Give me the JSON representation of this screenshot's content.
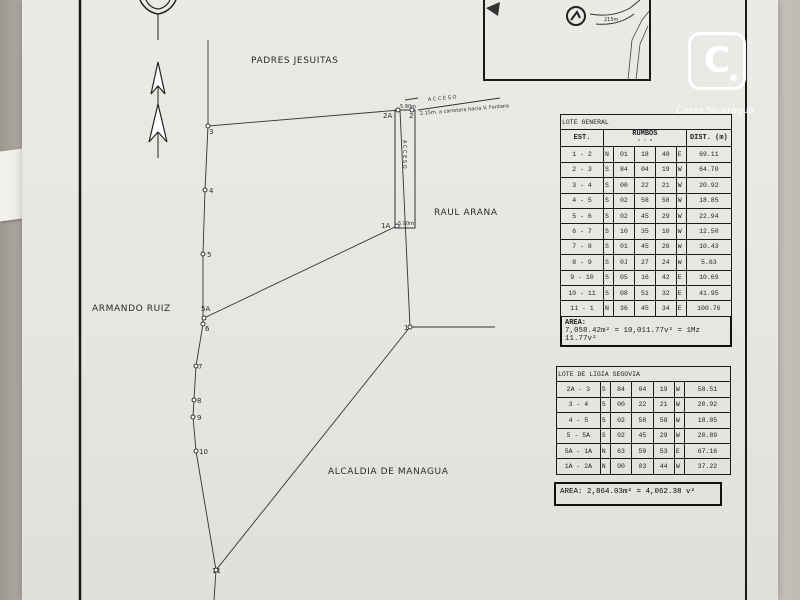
{
  "labels": {
    "north_owner": "PADRES JESUITAS",
    "east_owner": "RAUL ARANA",
    "west_owner": "ARMANDO RUIZ",
    "south_owner": "ALCALDIA DE MANAGUA",
    "access_top": "A C C E S O",
    "access_vertical": "A C C E S O",
    "access_note": "2.15m. a carretera hacia V. Fontana",
    "width_top": "5.90m",
    "width_mid": "5.90m",
    "inset_scale": "215m"
  },
  "stations": [
    "1",
    "1A",
    "2",
    "2A",
    "3",
    "4",
    "5",
    "5A",
    "6",
    "7",
    "8",
    "9",
    "10",
    "11"
  ],
  "lote_general": {
    "title": "LOTE GENERAL",
    "headers": {
      "est": "EST.",
      "rumbos": "RUMBOS",
      "dist": "DIST. (m)",
      "sub": "°   '   \""
    },
    "rows": [
      [
        "1 - 2",
        "N",
        "01",
        "18",
        "48",
        "E",
        "69.11"
      ],
      [
        "2 - 3",
        "S",
        "84",
        "04",
        "19",
        "W",
        "64.70"
      ],
      [
        "3 - 4",
        "S",
        "00",
        "22",
        "21",
        "W",
        "20.92"
      ],
      [
        "4 - 5",
        "S",
        "02",
        "58",
        "58",
        "W",
        "18.85"
      ],
      [
        "5 - 6",
        "S",
        "02",
        "45",
        "29",
        "W",
        "22.94"
      ],
      [
        "6 - 7",
        "S",
        "10",
        "35",
        "10",
        "W",
        "12.50"
      ],
      [
        "7 - 8",
        "S",
        "01",
        "45",
        "26",
        "W",
        "10.43"
      ],
      [
        "8 - 9",
        "S",
        "0J",
        "27",
        "24",
        "W",
        "5.63"
      ],
      [
        "9 - 10",
        "S",
        "05",
        "16",
        "42",
        "E",
        "10.69"
      ],
      [
        "10 - 11",
        "S",
        "08",
        "51",
        "32",
        "E",
        "41.95"
      ],
      [
        "11 - 1",
        "N",
        "36",
        "45",
        "34",
        "E",
        "100.76"
      ]
    ],
    "area_label": "AREA:",
    "area_value": "7,058.42m² = 10,011.77v² = 1Mz 11.77v²"
  },
  "lote_segovia": {
    "title": "LOTE DE LIGIA SEGOVIA",
    "rows": [
      [
        "2A - 3",
        "S",
        "84",
        "04",
        "19",
        "W",
        "58.51"
      ],
      [
        "3 - 4",
        "S",
        "00",
        "22",
        "21",
        "W",
        "20.92"
      ],
      [
        "4 - 5",
        "S",
        "02",
        "58",
        "58",
        "W",
        "18.85"
      ],
      [
        "5 - 5A",
        "S",
        "02",
        "45",
        "29",
        "W",
        "20.89"
      ],
      [
        "5A - 1A",
        "N",
        "63",
        "59",
        "53",
        "E",
        "67.16"
      ],
      [
        "1A - 2A",
        "N",
        "00",
        "03",
        "44",
        "W",
        "37.22"
      ]
    ],
    "area_label": "AREA:",
    "area_value": "2,864.03m² = 4,062.38 v²"
  },
  "watermark": {
    "logo_letter": "C",
    "text": "Casas Nicaragua"
  }
}
